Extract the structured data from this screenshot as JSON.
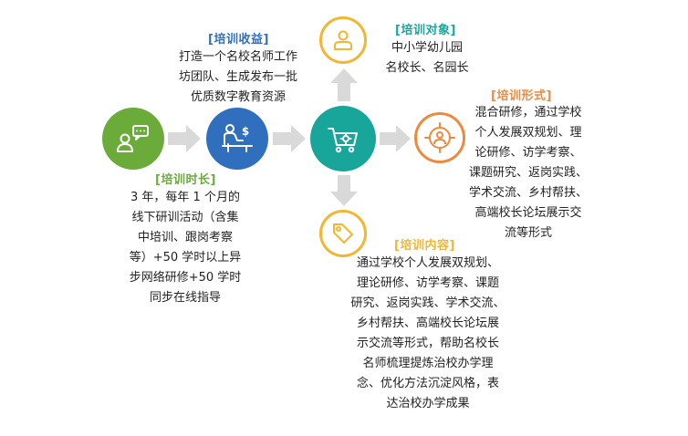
{
  "colors": {
    "green": "#6aab3a",
    "blue": "#2f6fbd",
    "teal": "#19a69a",
    "yellow": "#f2b630",
    "orange": "#ef8a3c",
    "arrow": "#d9d9d9"
  },
  "nodes": {
    "duration": {
      "icon": "person-chat-icon",
      "heading": "[培训时长]",
      "lines": [
        "3 年，每年 1 个月的",
        "线下研训活动（含集",
        "中培训、跟岗考察",
        "等）+50 学时以上异",
        "步网络研修+50 学时",
        "同步在线指导"
      ]
    },
    "benefits": {
      "icon": "person-desk-money-icon",
      "heading": "[培训收益]",
      "lines": [
        "打造一个名校名师工作",
        "坊团队、生成发布一批",
        "优质数字教育资源"
      ]
    },
    "hub": {
      "icon": "cart-gear-icon"
    },
    "audience": {
      "icon": "person-icon",
      "heading": "[培训对象]",
      "lines": [
        "中小学幼儿园",
        "名校长、名园长"
      ]
    },
    "format": {
      "icon": "target-person-icon",
      "heading": "[培训形式]",
      "lines": [
        "混合研修，通过学校",
        "个人发展双规划、理",
        "论研修、访学考察、",
        "课题研究、返岗实践、",
        "学术交流、乡村帮扶、",
        "高端校长论坛展示交",
        "流等形式"
      ]
    },
    "content": {
      "icon": "tag-icon",
      "heading": "[培训内容]",
      "lines": [
        "通过学校个人发展双规划、",
        "理论研修、访学考察、课题",
        "研究、返岗实践、学术交流、",
        "乡村帮扶、高端校长论坛展",
        "示交流等形式，帮助名校长",
        "名师梳理提炼治校办学理",
        "念、优化方法沉淀风格，表",
        "达治校办学成果"
      ]
    }
  }
}
